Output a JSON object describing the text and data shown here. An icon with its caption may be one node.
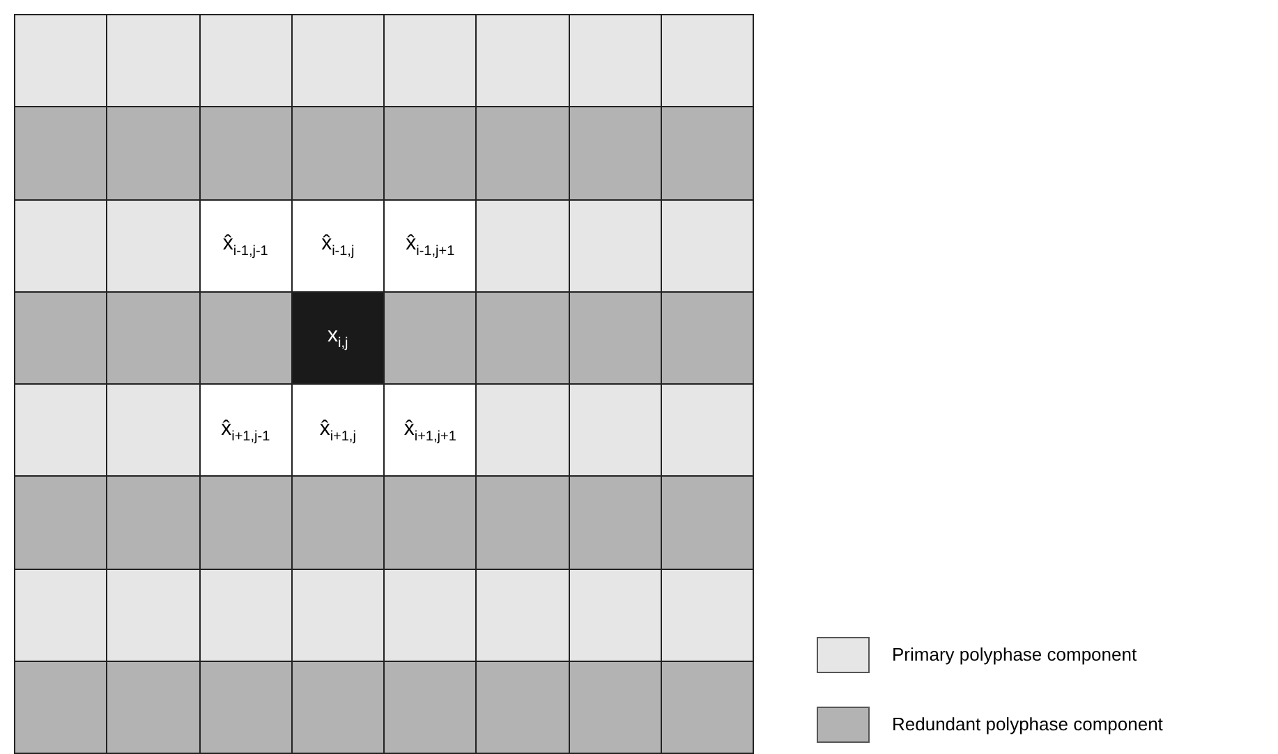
{
  "diagram": {
    "labels": [
      "x̂$_{i-1,j-1}$",
      "x̂$_{i-1,j}$",
      "x̂$_{i-1,j+1}$",
      "x$_{i,j}$",
      "x̂$_{i+1,j-1}$",
      "x̂$_{i+1,j}$",
      "x̂$_{i+1,j+1}$"
    ],
    "legend": [
      {
        "text": "Primary polyphase component",
        "color": "#e6e6e6"
      },
      {
        "text": "Redundant polyphase component",
        "color": "#b3b3b3"
      }
    ]
  }
}
